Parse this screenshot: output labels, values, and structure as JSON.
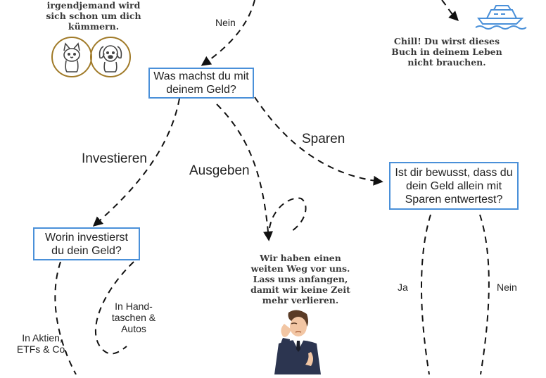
{
  "top_left_text": "irgendjemand wird\nsich schon um dich\nkümmern.",
  "top_right_text": "Chill! Du wirst dieses\nBuch in deinem Leben\nnicht brauchen.",
  "boxes": {
    "money": "Was machst du mit\ndeinem Geld?",
    "invest": "Worin investierst\ndu dein Geld?",
    "aware": "Ist dir bewusst, dass du\ndein Geld allein mit\nSparen entwertest?"
  },
  "labels": {
    "nein_top": "Nein",
    "investieren": "Investieren",
    "ausgeben": "Ausgeben",
    "sparen": "Sparen",
    "ja": "Ja",
    "nein_right": "Nein",
    "handtaschen": "In Hand-\ntaschen &\nAutos",
    "aktien": "In Aktien,\nETFs & Co."
  },
  "middle_text": "Wir haben einen\nweiten Weg vor uns.\nLass uns anfangen,\ndamit wir keine Zeit\nmehr verlieren.",
  "icons": [
    "cat-icon",
    "dog-icon",
    "boat-icon",
    "worried-person-icon"
  ],
  "colors": {
    "box_border": "#4a90d9",
    "pet_gold": "#a07a28",
    "boat_blue": "#4a90d9"
  }
}
